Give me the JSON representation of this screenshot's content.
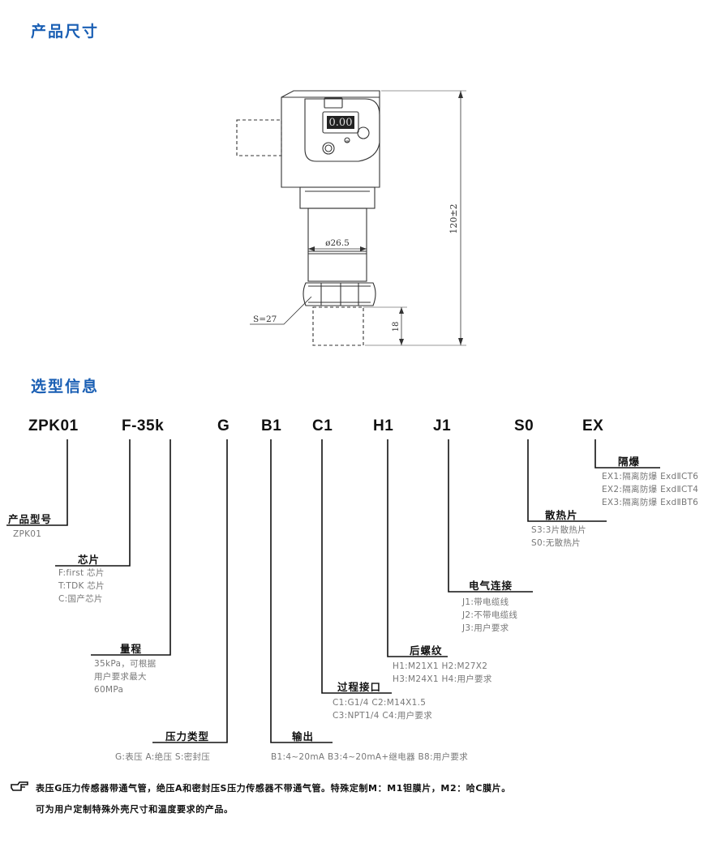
{
  "sections": {
    "dimensions_title": "产品尺寸",
    "selection_title": "选型信息"
  },
  "drawing": {
    "dim_height": "120±2",
    "dim_diameter": "ø26.5",
    "dim_hex": "S=27",
    "dim_thread": "18",
    "display_value": "0.00"
  },
  "model_codes": [
    "ZPK01",
    "F-35k",
    "G",
    "B1",
    "C1",
    "H1",
    "J1",
    "S0",
    "EX"
  ],
  "groups": {
    "model": {
      "label": "产品型号",
      "options": [
        "ZPK01"
      ]
    },
    "chip": {
      "label": "芯片",
      "options": [
        "F:first 芯片",
        "T:TDK 芯片",
        "C:国产芯片"
      ]
    },
    "range": {
      "label": "量程",
      "options": [
        "35kPa，可根据",
        "用户要求最大",
        "60MPa"
      ]
    },
    "pressure_type": {
      "label": "压力类型",
      "options": [
        "G:表压 A:绝压 S:密封压"
      ]
    },
    "output": {
      "label": "输出",
      "options": [
        "B1:4~20mA  B3:4~20mA+继电器  B8:用户要求"
      ]
    },
    "process_port": {
      "label": "过程接口",
      "options": [
        "C1:G1/4   C2:M14X1.5",
        "C3:NPT1/4  C4:用户要求"
      ]
    },
    "rear_thread": {
      "label": "后螺纹",
      "options": [
        "H1:M21X1    H2:M27X2",
        "H3:M24X1    H4:用户要求"
      ]
    },
    "electrical": {
      "label": "电气连接",
      "options": [
        "J1:带电缆线",
        "J2:不带电缆线",
        "J3:用户要求"
      ]
    },
    "heatsink": {
      "label": "散热片",
      "options": [
        "S3:3片散热片",
        "S0:无散热片"
      ]
    },
    "explosion": {
      "label": "隔爆",
      "options": [
        "EX1:隔离防爆 ExdⅡCT6",
        "EX2:隔离防爆 ExdⅡCT4",
        "EX3:隔离防爆 ExdⅡBT6"
      ]
    }
  },
  "notes": {
    "line1": "表压G压力传感器带通气管，绝压A和密封压S压力传感器不带通气管。特殊定制M：M1钽膜片，M2：哈C膜片。",
    "line2": "可为用户定制特殊外壳尺寸和温度要求的产品。"
  },
  "colors": {
    "heading": "#1a5fb4",
    "option_text": "#777777",
    "text": "#111111"
  }
}
